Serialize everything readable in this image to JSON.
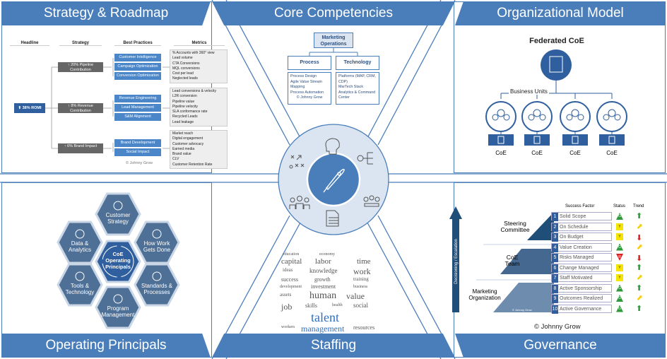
{
  "sections": {
    "strategy": "Strategy & Roadmap",
    "core": "Core Competencies",
    "org": "Organizational Model",
    "operating": "Operating Principals",
    "staffing": "Staffing",
    "governance": "Governance"
  },
  "strategy": {
    "headers": [
      "Headline",
      "Strategy",
      "Best Practices",
      "Metrics"
    ],
    "headline": "⬆ 38% ROMI",
    "rows": [
      {
        "strategy": "↑ 20% Pipeline Contribution",
        "practices": [
          "Customer Intelligence",
          "Campaign Optimization",
          "Conversion Optimization"
        ],
        "metrics": [
          "% Accounts with 360° view",
          "Lead volume",
          "CTA Conversions",
          "MQL conversions",
          "Cost per lead",
          "Neglected leads"
        ]
      },
      {
        "strategy": "↑ 8% Revenue Contribution",
        "practices": [
          "Revenue Engineering",
          "Lead Management",
          "S&M Alignment"
        ],
        "metrics": [
          "Lead conversions & velocity",
          "L2R conversion",
          "Pipeline value",
          "Pipeline velocity",
          "SLA conformance rate",
          "Recycled Leads",
          "Lead leakage"
        ]
      },
      {
        "strategy": "↑ 6% Brand Impact",
        "practices": [
          "Brand Development",
          "Social Impact"
        ],
        "metrics": [
          "Market reach",
          "Digital engagement",
          "Customer advocacy",
          "Earned media",
          "Brand value",
          "CLV",
          "Customer Retention Rate"
        ]
      }
    ],
    "copyright": "© Johnny Grow"
  },
  "core": {
    "top": "Marketing Operations",
    "process": "Process",
    "technology": "Technology",
    "process_items": [
      "Process Design",
      "Agile Value Stream Mapping",
      "Process Automation"
    ],
    "technology_items": [
      "Platforms (MAP, CRM, CDP)",
      "MarTech Stack",
      "Analytics & Command Center"
    ],
    "copyright": "© Johnny Grow"
  },
  "org": {
    "title": "Federated CoE",
    "business_units": "Business Units",
    "coe": [
      "CoE",
      "CoE",
      "CoE",
      "CoE"
    ]
  },
  "operating": {
    "center": "CoE Operating Principals",
    "hexes": [
      "Customer Strategy",
      "Data & Analytics",
      "How Work Gets Done",
      "Tools & Technology",
      "Standards & Processes",
      "Program Management"
    ]
  },
  "staffing": {
    "words": [
      "economy",
      "labor",
      "knowledge",
      "growth",
      "education",
      "capital",
      "ideas",
      "success",
      "job",
      "development",
      "time",
      "work",
      "training",
      "investment",
      "human",
      "skills",
      "value",
      "business",
      "social",
      "health",
      "talent",
      "management",
      "resources",
      "assets",
      "workers"
    ]
  },
  "governance": {
    "axis": "Decisioning / Escalation",
    "levels": [
      "Steering Committee",
      "CoE Team",
      "Marketing Organization"
    ],
    "pyramid_copyright": "© Johnny Grow",
    "headers": [
      "Success Factor",
      "Status",
      "Trend"
    ],
    "factors": [
      {
        "n": "1",
        "name": "Solid Scope",
        "status": "G",
        "trend": "up"
      },
      {
        "n": "2",
        "name": "On Schedule",
        "status": "Y",
        "trend": "side"
      },
      {
        "n": "3",
        "name": "On Budget",
        "status": "Y",
        "trend": "down"
      },
      {
        "n": "4",
        "name": "Value Creation",
        "status": "G",
        "trend": "side"
      },
      {
        "n": "5",
        "name": "Risks Managed",
        "status": "R",
        "trend": "down"
      },
      {
        "n": "6",
        "name": "Change Managed",
        "status": "Y",
        "trend": "up"
      },
      {
        "n": "7",
        "name": "Staff Motivated",
        "status": "Y",
        "trend": "side"
      },
      {
        "n": "8",
        "name": "Active Sponsorship",
        "status": "G",
        "trend": "up"
      },
      {
        "n": "9",
        "name": "Outcomes Realized",
        "status": "G",
        "trend": "side"
      },
      {
        "n": "10",
        "name": "Active Governance",
        "status": "G",
        "trend": "up"
      }
    ],
    "copyright": "© Johnny Grow"
  },
  "colors": {
    "accent": "#4a7ebb",
    "dark": "#1f4e79",
    "green": "#2e9a3a",
    "yellow": "#f5e400",
    "red": "#e02020"
  }
}
